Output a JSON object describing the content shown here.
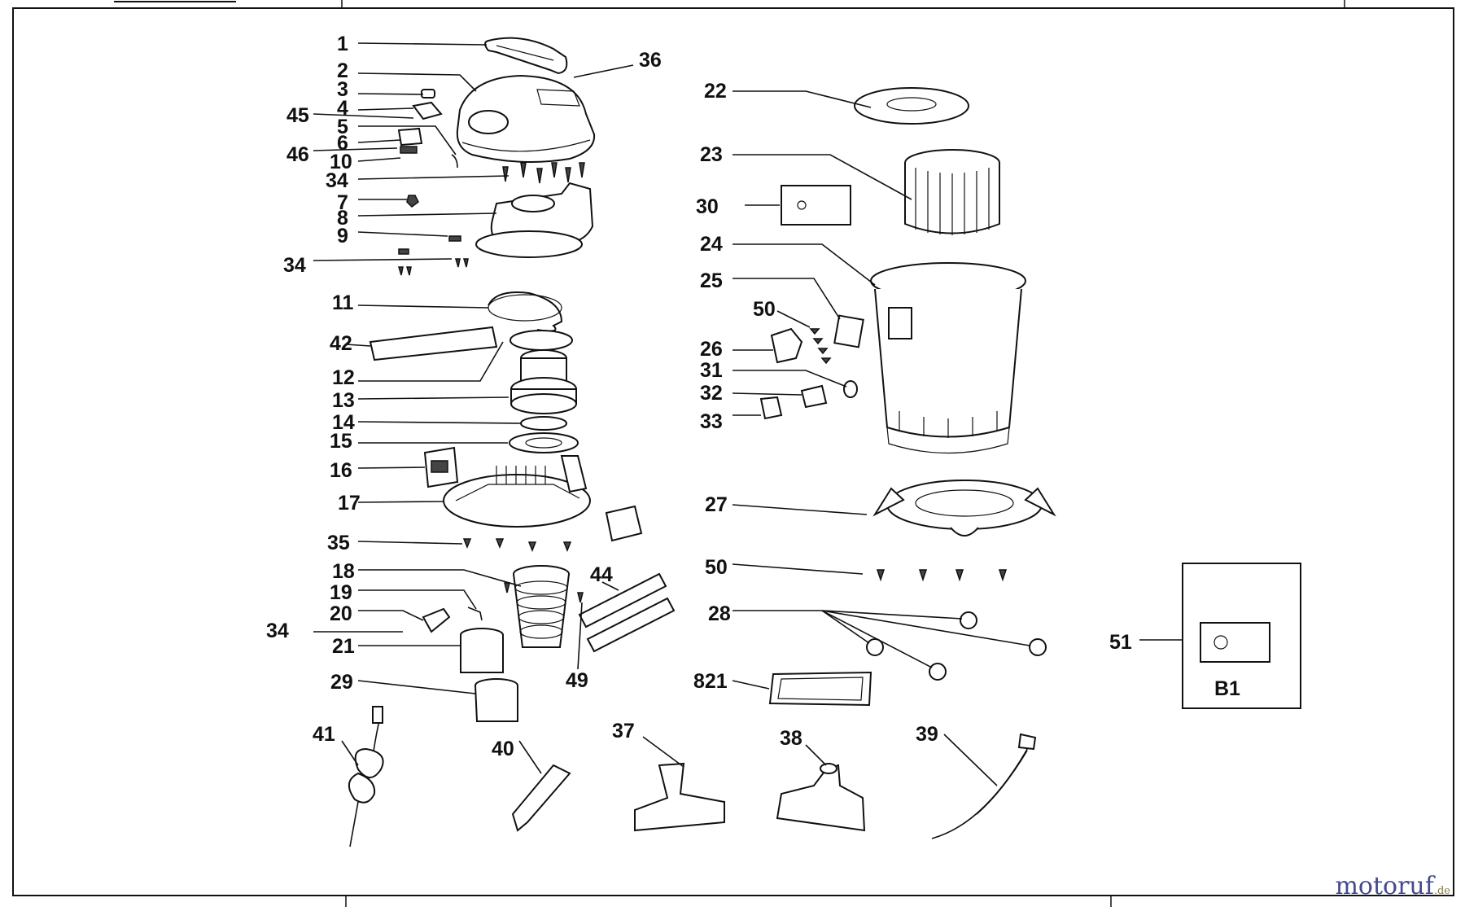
{
  "diagram": {
    "callouts": [
      "1",
      "2",
      "3",
      "4",
      "45",
      "5",
      "6",
      "46",
      "10",
      "34",
      "7",
      "8",
      "9",
      "34",
      "11",
      "42",
      "12",
      "13",
      "14",
      "15",
      "16",
      "17",
      "35",
      "18",
      "19",
      "20",
      "34",
      "21",
      "29",
      "41",
      "40",
      "44",
      "49",
      "36",
      "22",
      "23",
      "30",
      "24",
      "25",
      "50",
      "26",
      "31",
      "32",
      "33",
      "27",
      "50",
      "28",
      "821",
      "37",
      "38",
      "39",
      "51"
    ],
    "inset_label": "B1",
    "watermark": {
      "main": "motoruf",
      "suffix": ".de"
    }
  }
}
